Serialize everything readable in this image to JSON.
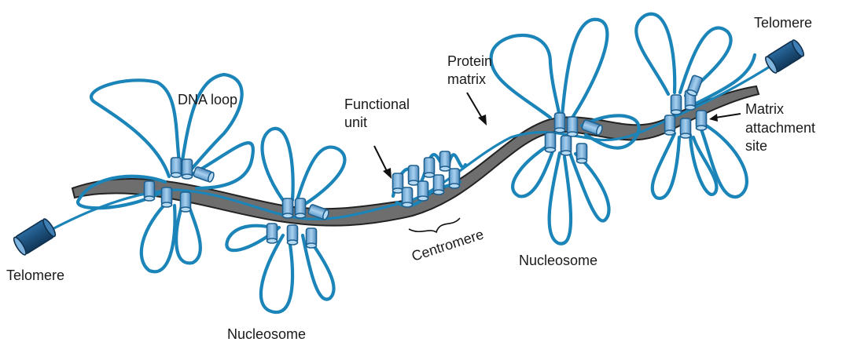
{
  "labels": {
    "telomere_left": "Telomere",
    "telomere_right": "Telomere",
    "dna_loop": "DNA loop",
    "nucleosome_left": "Nucleosome",
    "nucleosome_right": "Nucleosome",
    "functional_unit": [
      "Functional",
      "unit"
    ],
    "protein_matrix": [
      "Protein",
      "matrix"
    ],
    "centromere": "Centromere",
    "matrix_attachment_site": [
      "Matrix",
      "attachment",
      "site"
    ]
  },
  "colors": {
    "dna": "#1b84b8",
    "nucleosome_fill": "#7db3db",
    "nucleosome_stroke": "#1d5f8f",
    "matrix_fill": "#6e6e6e",
    "telomere_fill": "#1c4f7a"
  }
}
